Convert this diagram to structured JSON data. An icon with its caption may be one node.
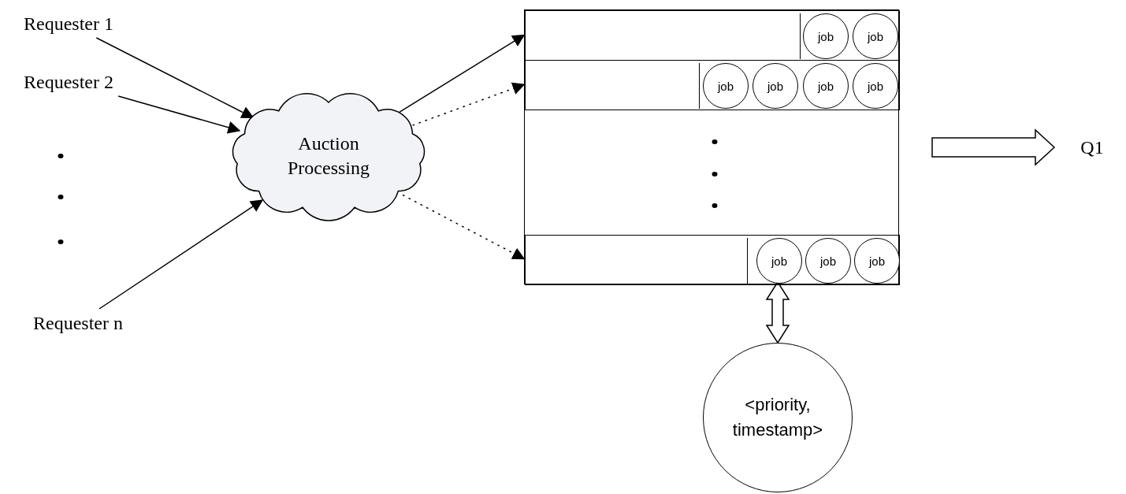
{
  "diagram": {
    "nodes": [
      {
        "text": [
          "Requester 1"
        ]
      },
      {
        "text": [
          "Requester 2"
        ]
      },
      {
        "text": [
          "Requester n"
        ]
      },
      {
        "text": [
          "Auction Processing"
        ]
      },
      {
        "text": [],
        "shape": "box"
      },
      {
        "text": [],
        "shape": "box",
        "in": 4
      },
      {
        "text": [],
        "shape": "box",
        "in": 4
      },
      {
        "text": [],
        "shape": "box",
        "in": 4
      },
      {
        "text": [
          "job"
        ],
        "in": 5
      },
      {
        "text": [
          "job"
        ],
        "in": 5
      },
      {
        "text": [
          "job"
        ],
        "in": 6
      },
      {
        "text": [
          "job"
        ],
        "in": 6
      },
      {
        "text": [
          "job"
        ],
        "in": 6
      },
      {
        "text": [
          "job"
        ],
        "in": 6
      },
      {
        "text": [
          "job"
        ],
        "in": 7
      },
      {
        "text": [
          "job"
        ],
        "in": 7
      },
      {
        "text": [
          "job"
        ],
        "in": 7
      },
      {
        "text": [
          "<priority, timestamp>"
        ]
      },
      {
        "text": [
          "Q1"
        ]
      }
    ],
    "edges": [
      {
        "from": 0,
        "to": 3,
        "arrow": "to"
      },
      {
        "from": 1,
        "to": 3,
        "arrow": "to"
      },
      {
        "from": 2,
        "to": 3,
        "arrow": "to"
      },
      {
        "from": 3,
        "to": 5,
        "arrow": "to"
      },
      {
        "from": 3,
        "to": 6,
        "arrow": "to",
        "style": "dashed"
      },
      {
        "from": 3,
        "to": 7,
        "arrow": "to",
        "style": "dashed"
      },
      {
        "from": 4,
        "to": 18,
        "arrow": "to",
        "style": "thick"
      },
      {
        "from": 14,
        "to": 17,
        "arrow": "both",
        "style": "thick"
      }
    ]
  }
}
